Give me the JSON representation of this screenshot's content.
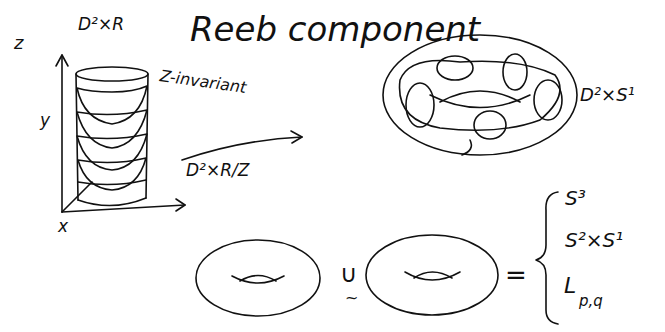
{
  "diagram": {
    "title": "Reeb component",
    "labels": [
      "D²×R",
      "z",
      "y",
      "x",
      "Z-invariant",
      "D²×R/Z",
      "D²×S¹",
      "∪",
      "~",
      "=",
      "S³",
      "S²×S¹",
      "L",
      "p,q"
    ]
  }
}
